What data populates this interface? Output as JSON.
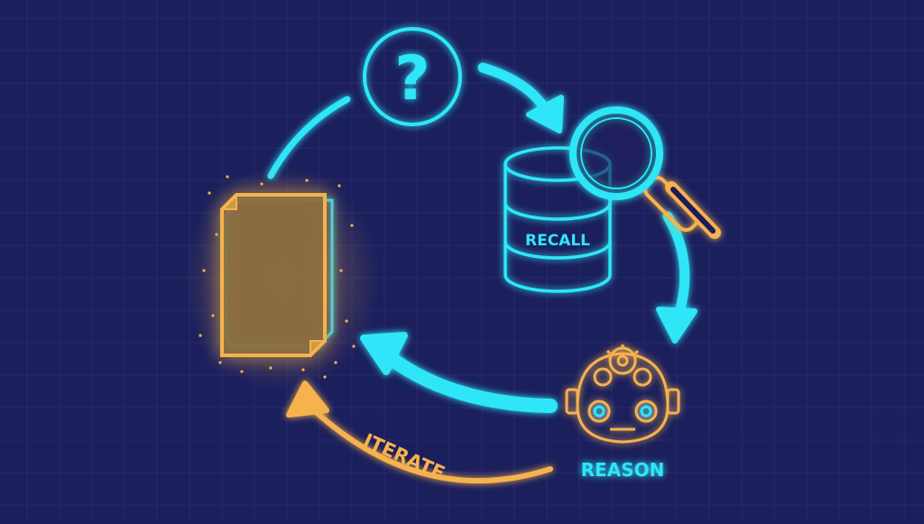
{
  "diagram": {
    "nodes": [
      {
        "id": "question",
        "label": "?",
        "icon": "question-mark-circle-icon"
      },
      {
        "id": "recall",
        "label": "RECALL",
        "icon": "database-with-magnifier-icon"
      },
      {
        "id": "reason",
        "label": "REASON",
        "icon": "robot-head-with-gears-icon"
      },
      {
        "id": "document",
        "label": "",
        "icon": "glowing-document-icon"
      }
    ],
    "edges": [
      {
        "from": "document",
        "to": "question",
        "label": ""
      },
      {
        "from": "question",
        "to": "recall",
        "label": ""
      },
      {
        "from": "recall",
        "to": "reason",
        "label": ""
      },
      {
        "from": "reason",
        "to": "document",
        "label": ""
      },
      {
        "from": "reason",
        "to": "document",
        "label": "ITERATE"
      }
    ]
  },
  "colors": {
    "background": "#1b1f5c",
    "cyan": "#2ee6f7",
    "orange": "#f6b24d",
    "grid": "#2b3277"
  }
}
